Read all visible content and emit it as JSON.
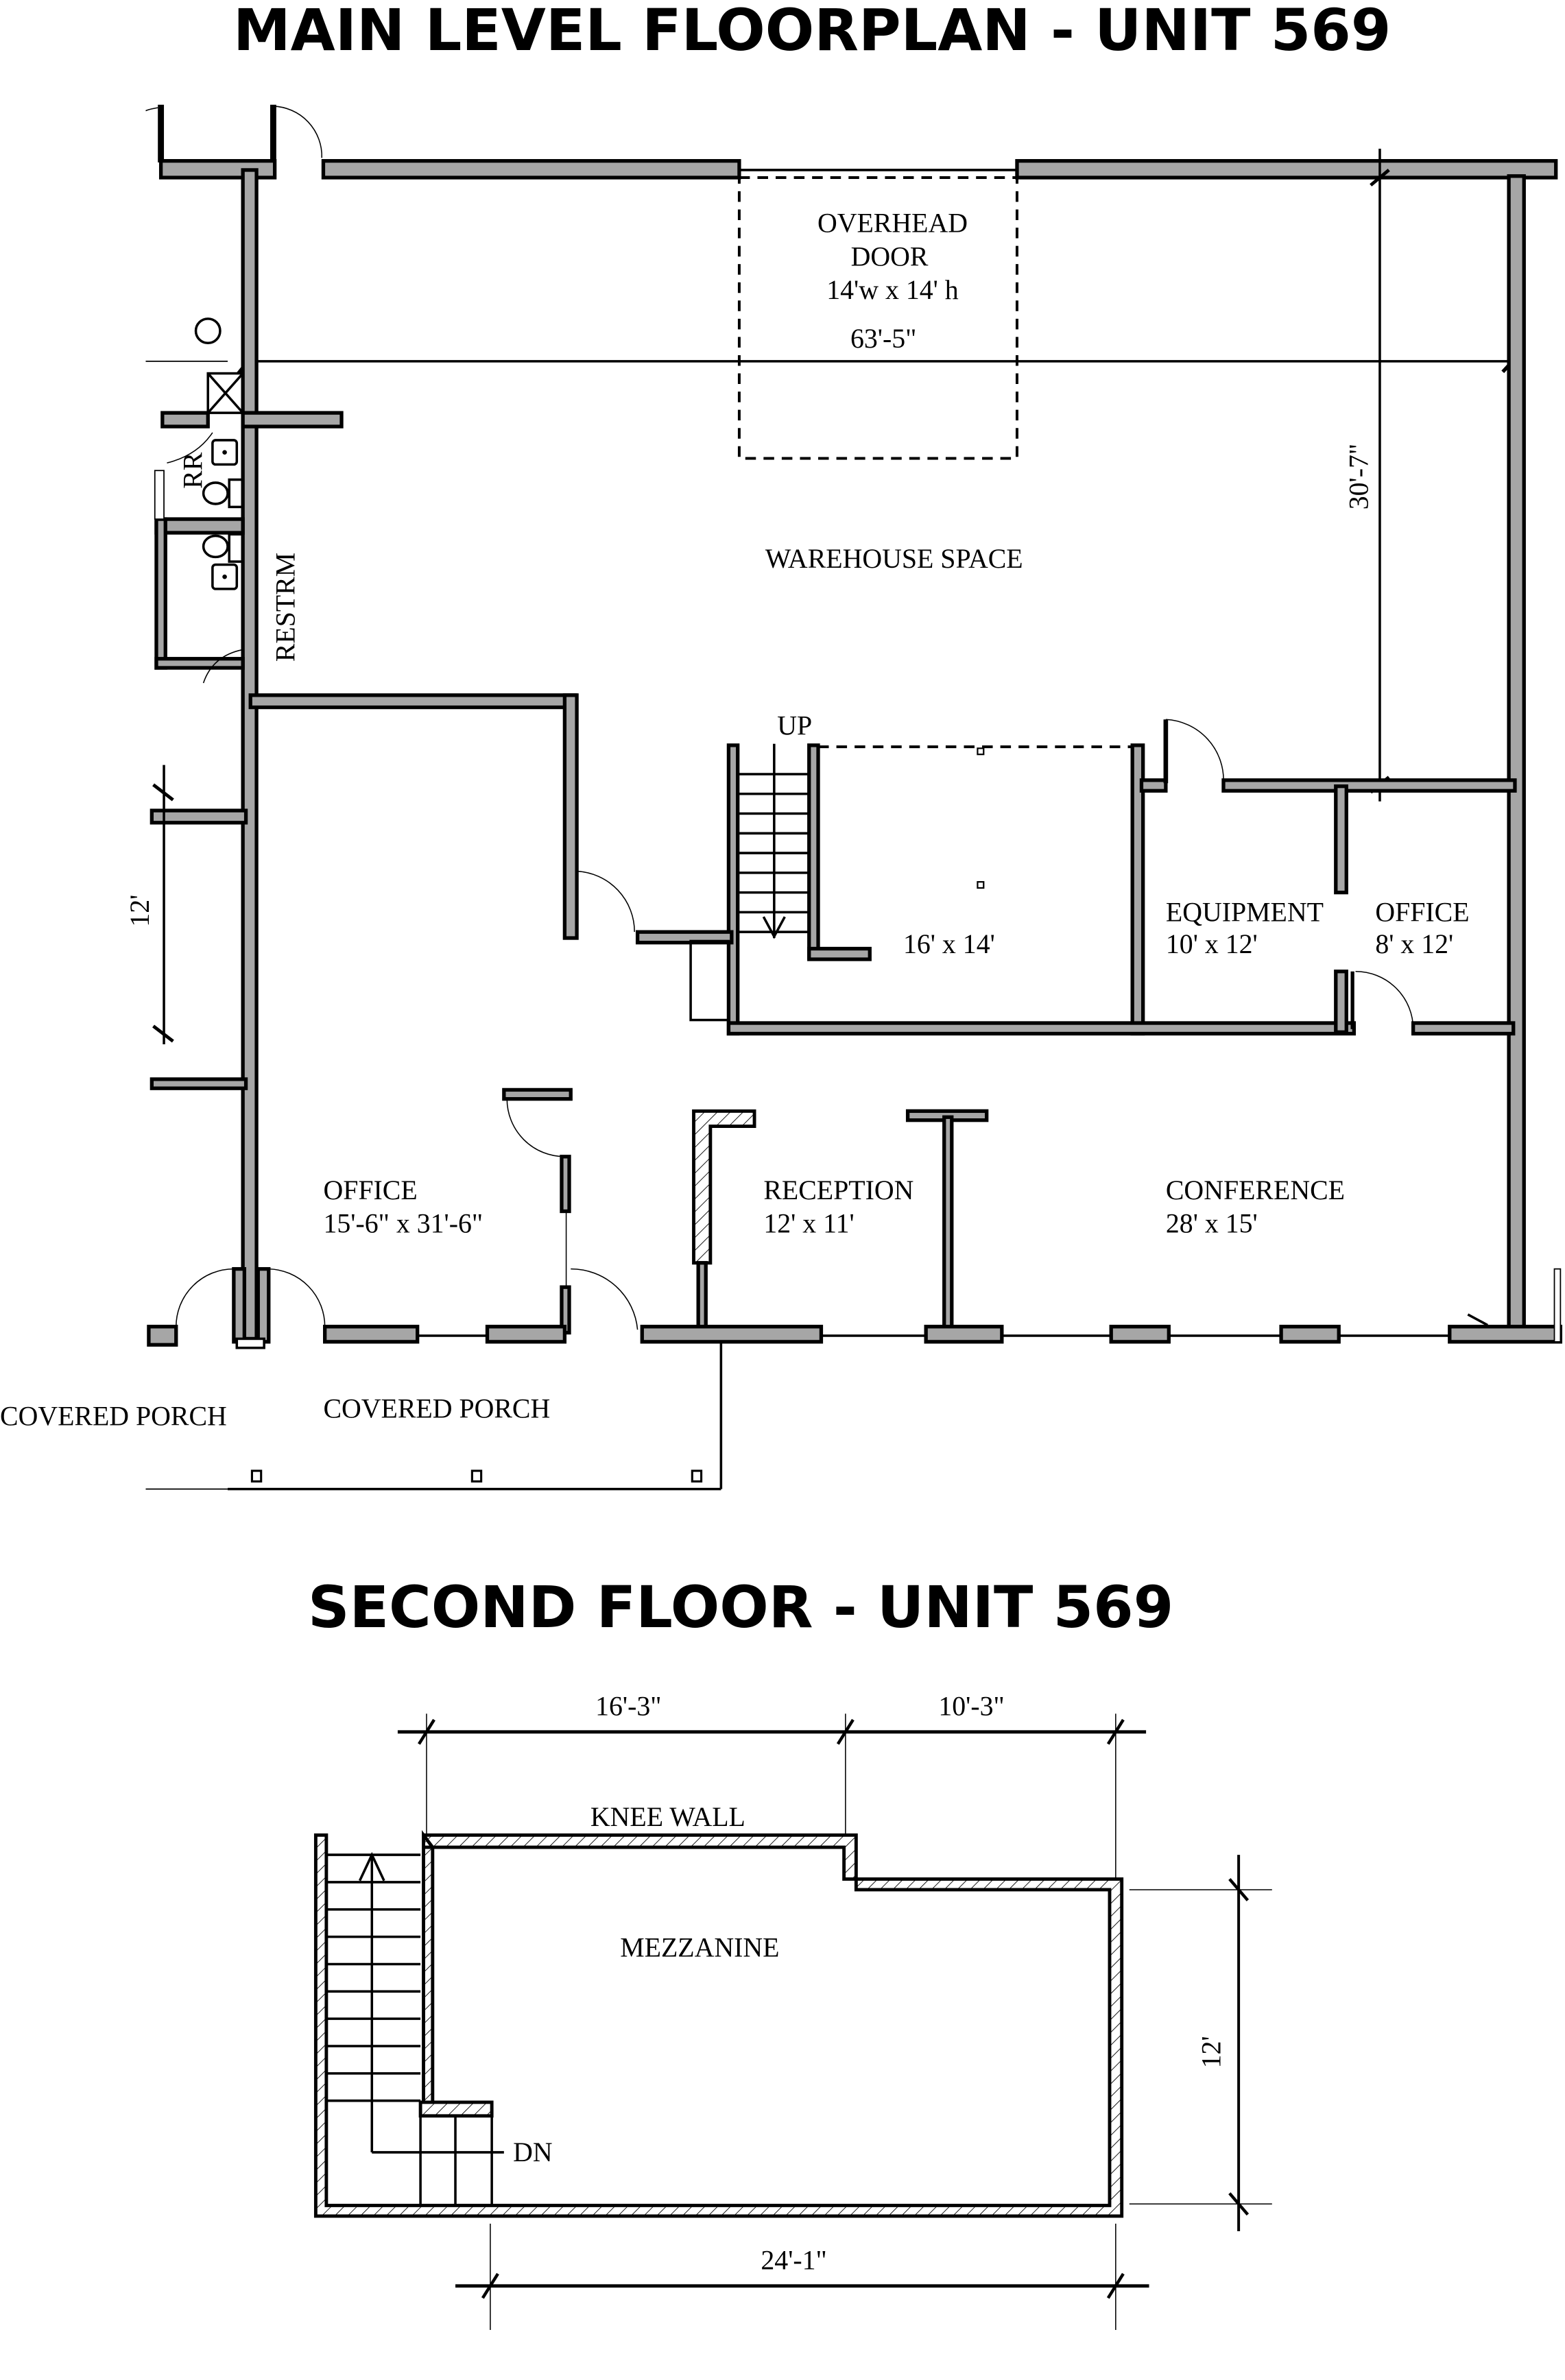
{
  "main_level": {
    "title": "MAIN LEVEL FLOORPLAN - UNIT 569",
    "overhead_door": {
      "line1": "OVERHEAD",
      "line2": "DOOR",
      "line3": "14'w x 14' h"
    },
    "dimensions": {
      "overall_width": "63'-5\"",
      "warehouse_depth": "30'-7\"",
      "left_window_span": "12'"
    },
    "rooms": {
      "warehouse": "WAREHOUSE SPACE",
      "restroom": "RESTRM",
      "rr": "RR",
      "stair_up": "UP",
      "storage_dims": "16' x 14'",
      "equipment_name": "EQUIPMENT",
      "equipment_dims": "10' x 12'",
      "small_office_name": "OFFICE",
      "small_office_dims": "8' x 12'",
      "office_name": "OFFICE",
      "office_dims": "15'-6\" x 31'-6\"",
      "reception_name": "RECEPTION",
      "reception_dims": "12' x 11'",
      "conference_name": "CONFERENCE",
      "conference_dims": "28' x 15'",
      "covered_porch_left": "COVERED PORCH",
      "covered_porch_main": "COVERED PORCH"
    }
  },
  "second_floor": {
    "title": "SECOND FLOOR - UNIT 569",
    "dimensions": {
      "top_left": "16'-3\"",
      "top_right": "10'-3\"",
      "right": "12'",
      "bottom": "24'-1\""
    },
    "labels": {
      "knee_wall": "KNEE WALL",
      "mezzanine": "MEZZANINE",
      "stair_down": "DN"
    }
  },
  "colors": {
    "wall_fill": "#a6a6a6",
    "line": "#000000",
    "background": "#ffffff"
  }
}
